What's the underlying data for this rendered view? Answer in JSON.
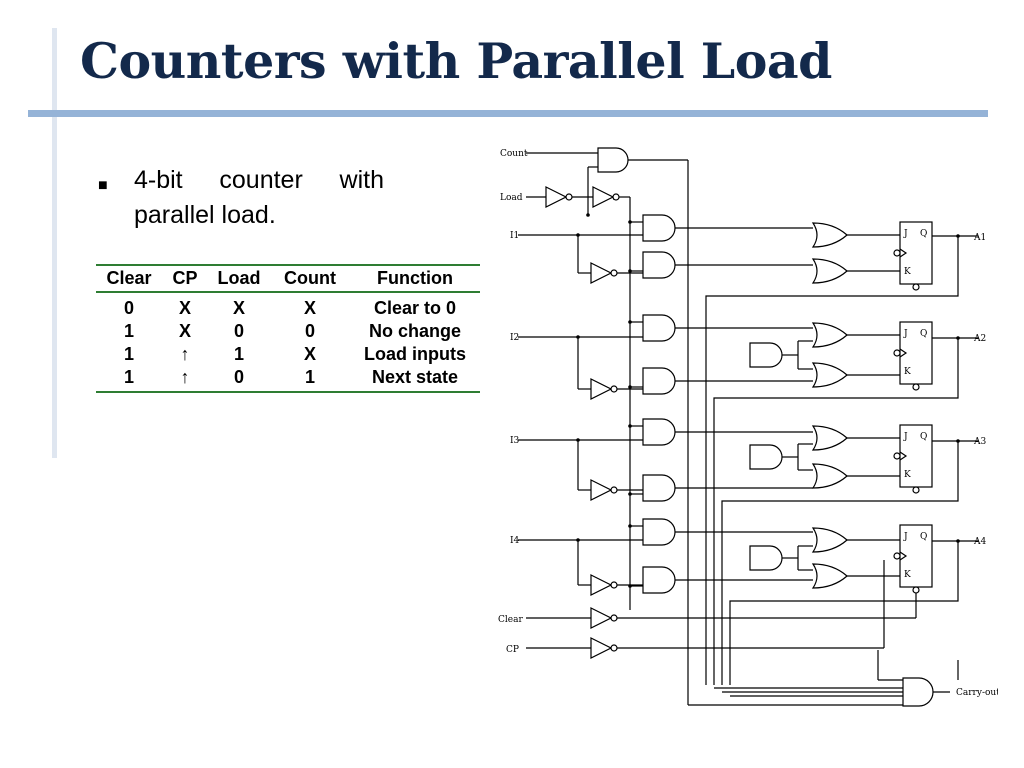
{
  "slide": {
    "title": "Counters with Parallel Load",
    "bullet": "4-bit counter with parallel load."
  },
  "table": {
    "headers": [
      "Clear",
      "CP",
      "Load",
      "Count",
      "Function"
    ],
    "rows": [
      [
        "0",
        "X",
        "X",
        "X",
        "Clear to 0"
      ],
      [
        "1",
        "X",
        "0",
        "0",
        "No change"
      ],
      [
        "1",
        "↑",
        "1",
        "X",
        "Load inputs"
      ],
      [
        "1",
        "↑",
        "0",
        "1",
        "Next state"
      ]
    ]
  },
  "diagram": {
    "inputs": {
      "count": "Count",
      "load": "Load",
      "clear": "Clear",
      "cp": "CP"
    },
    "data_inputs": [
      "I1",
      "I2",
      "I3",
      "I4"
    ],
    "outputs": [
      "A1",
      "A2",
      "A3",
      "A4"
    ],
    "jk_labels": {
      "j": "J",
      "k": "K",
      "q": "Q"
    },
    "carry_out": "Carry-out"
  }
}
